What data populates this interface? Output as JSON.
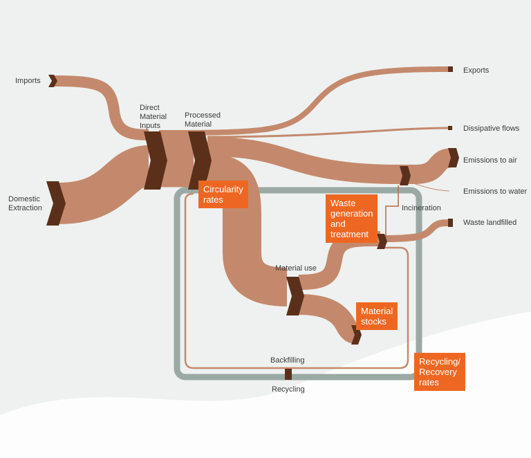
{
  "colors": {
    "flow": "#c4896c",
    "node": "#5b301b",
    "loop": "#9ba9a4",
    "box": "#ee6722",
    "background": "#eef1f0"
  },
  "labels": {
    "imports": "Imports",
    "domestic_extraction": [
      "Domestic",
      "Extraction"
    ],
    "direct_material_inputs": [
      "Direct",
      "Material",
      "Inputs"
    ],
    "processed_material": [
      "Processed",
      "Material"
    ],
    "exports": "Exports",
    "dissipative_flows": "Dissipative flows",
    "emissions_to_air": "Emissions to air",
    "emissions_to_water": "Emissions to water",
    "incineration": "Incineration",
    "waste_landfilled": "Waste landfilled",
    "material_use": "Material use",
    "backfilling": "Backfilling",
    "recycling": "Recycling"
  },
  "boxes": {
    "circularity_rates": [
      "Circularity",
      "rates"
    ],
    "waste_generation": [
      "Waste",
      "generation",
      "and",
      "treatment"
    ],
    "material_stocks": [
      "Material",
      "stocks"
    ],
    "recycling_rates": [
      "Recycling/",
      "Recovery",
      "rates"
    ]
  }
}
